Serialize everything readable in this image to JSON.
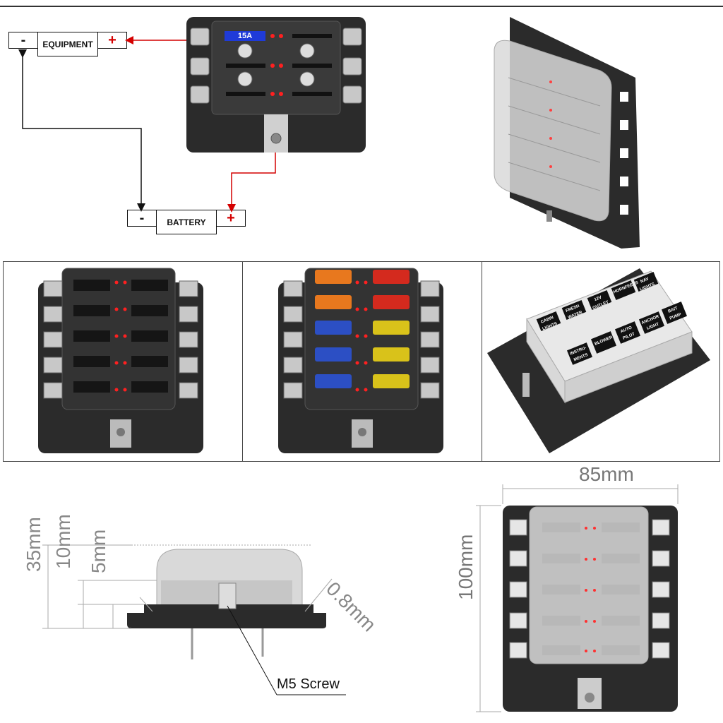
{
  "wiring": {
    "equipment_label": "EQUIPMENT",
    "battery_label": "BATTERY",
    "minus": "-",
    "plus": "+",
    "fuse_rating": "15A"
  },
  "labels_3d": [
    {
      "text": "CABIN LIGHTS"
    },
    {
      "text": "FRESH WATER"
    },
    {
      "text": "12V OUTLET"
    },
    {
      "text": "HORNFEEDS"
    },
    {
      "text": "NAV LIGHTS"
    },
    {
      "text": "INSTRU-MENTS"
    },
    {
      "text": "BLOWER"
    },
    {
      "text": "AUTO PILOT"
    },
    {
      "text": "ANCHOR LIGHT"
    },
    {
      "text": "BAIT PUMP"
    }
  ],
  "dimensions": {
    "width": "85mm",
    "height": "100mm",
    "total_height": "35mm",
    "mid_height": "10mm",
    "base_height": "5mm",
    "plate": "0.8mm",
    "screw": "M5 Screw"
  },
  "fuse_colors": {
    "orange": "#e8781e",
    "red": "#d42a1e",
    "blue": "#2c4fc4",
    "yellow": "#d9c21a"
  },
  "accent": {
    "wire_red": "#d40000",
    "led_red": "#ff2020",
    "case_black": "#2b2b2b"
  }
}
